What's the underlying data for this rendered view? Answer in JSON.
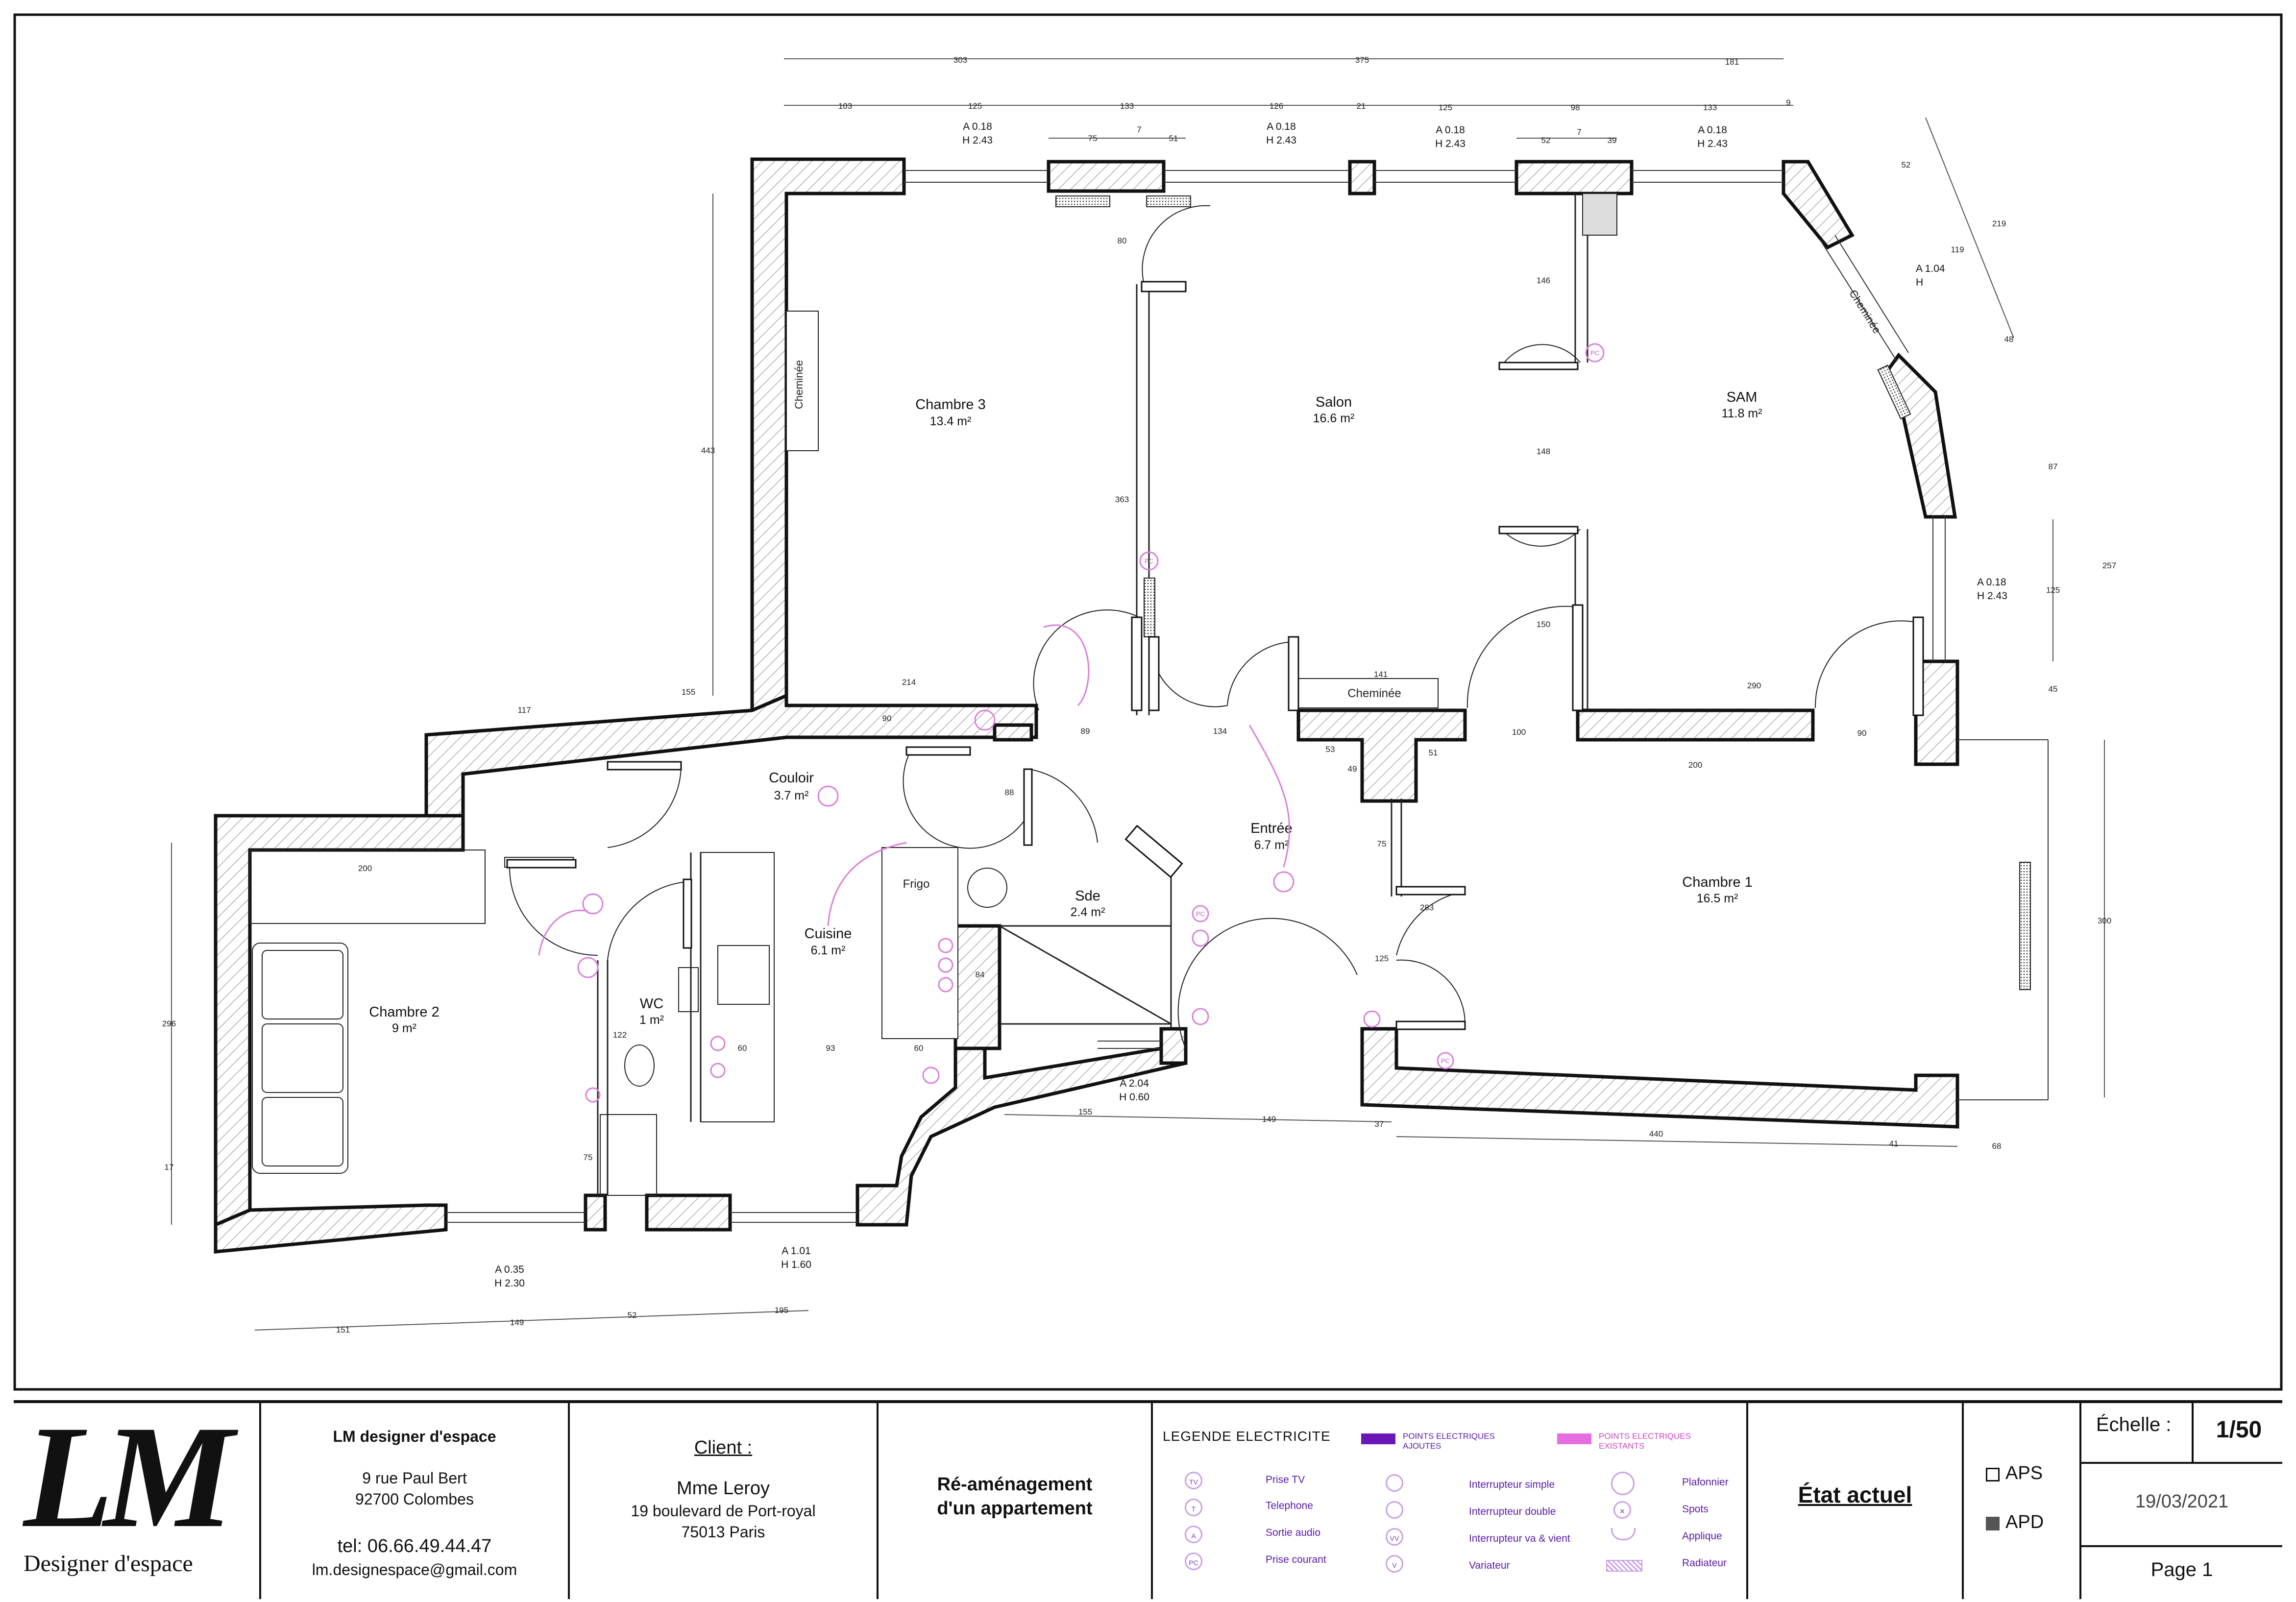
{
  "rooms": [
    {
      "name": "Chambre 3",
      "area": "13.4 m²"
    },
    {
      "name": "Salon",
      "area": "16.6 m²"
    },
    {
      "name": "SAM",
      "area": "11.8 m²"
    },
    {
      "name": "Couloir",
      "area": "3.7 m²"
    },
    {
      "name": "Cuisine",
      "area": "6.1 m²"
    },
    {
      "name": "Sde",
      "area": "2.4 m²"
    },
    {
      "name": "Entrée",
      "area": "6.7 m²"
    },
    {
      "name": "Chambre 1",
      "area": "16.5 m²"
    },
    {
      "name": "Chambre 2",
      "area": "9 m²"
    },
    {
      "name": "WC",
      "area": "1 m²"
    }
  ],
  "fixtures": {
    "cheminee_1": "Cheminée",
    "cheminee_2": "Cheminée",
    "cheminee_3": "Cheminée",
    "frigo": "Frigo"
  },
  "window_labels": [
    {
      "a": "A 0.18",
      "h": "H 2.43"
    },
    {
      "a": "A 0.18",
      "h": "H 2.43"
    },
    {
      "a": "A 0.18",
      "h": "H 2.43"
    },
    {
      "a": "A 0.18",
      "h": "H 2.43"
    },
    {
      "a": "A 1.04",
      "h": "H"
    },
    {
      "a": "A 0.18",
      "h": "H 2.43"
    },
    {
      "a": "A 2.04",
      "h": "H 0.60"
    },
    {
      "a": "A 0.35",
      "h": "H 2.30"
    },
    {
      "a": "A 1.01",
      "h": "H 1.60"
    }
  ],
  "dimensions": {
    "top_row_1": [
      "303",
      "375",
      "181"
    ],
    "top_row_2": [
      "103",
      "125",
      "133",
      "126",
      "21",
      "125",
      "98",
      "133",
      "9"
    ],
    "top_row_3": [
      "75",
      "7",
      "51",
      "52",
      "7",
      "39"
    ],
    "left": [
      "443",
      "296",
      "17"
    ],
    "right": [
      "52",
      "219",
      "119",
      "48",
      "87",
      "257",
      "125",
      "45",
      "300"
    ],
    "interior": [
      "80",
      "363",
      "146",
      "148",
      "150",
      "117",
      "155",
      "214",
      "90",
      "89",
      "134",
      "141",
      "100",
      "290",
      "90",
      "200",
      "53",
      "51",
      "49",
      "88",
      "75",
      "283",
      "125",
      "200",
      "122",
      "60",
      "93",
      "60",
      "84",
      "75",
      "155",
      "149",
      "37",
      "440",
      "41",
      "68"
    ],
    "bottom": [
      "151",
      "149",
      "52",
      "195"
    ]
  },
  "title_block": {
    "logo_text": "LM",
    "logo_sub": "Designer d'espace",
    "company_name": "LM designer d'espace",
    "address_1": "9 rue Paul Bert",
    "address_2": "92700 Colombes",
    "tel": "tel: 06.66.49.44.47",
    "email": "lm.designespace@gmail.com",
    "client_label": "Client :",
    "client_name": "Mme Leroy",
    "client_address_1": "19 boulevard de Port-royal",
    "client_address_2": "75013 Paris",
    "project_line_1": "Ré-aménagement",
    "project_line_2": "d'un appartement",
    "legend_title": "LEGENDE ELECTRICITE",
    "legend_added": "POINTS ELECTRIQUES AJOUTES",
    "legend_existing": "POINTS ELECTRIQUES EXISTANTS",
    "legend_items": [
      "Prise TV",
      "Telephone",
      "Sortie audio",
      "Prise courant",
      "Interrupteur simple",
      "Interrupteur double",
      "Interrupteur va & vient",
      "Variateur",
      "Plafonnier",
      "Spots",
      "Applique",
      "Radiateur"
    ],
    "legend_symbols": [
      "TV",
      "T",
      "A",
      "PC",
      "",
      "",
      "VV",
      "V"
    ],
    "status": "État actuel",
    "aps_label": "APS",
    "apd_label": "APD",
    "scale_label": "Échelle :",
    "scale_value": "1/50",
    "date": "19/03/2021",
    "page": "Page 1"
  },
  "colors": {
    "added_points": "#6a17b8",
    "existing_points": "#e56fe0",
    "wall_stroke": "#111111",
    "hatch": "#888888"
  }
}
